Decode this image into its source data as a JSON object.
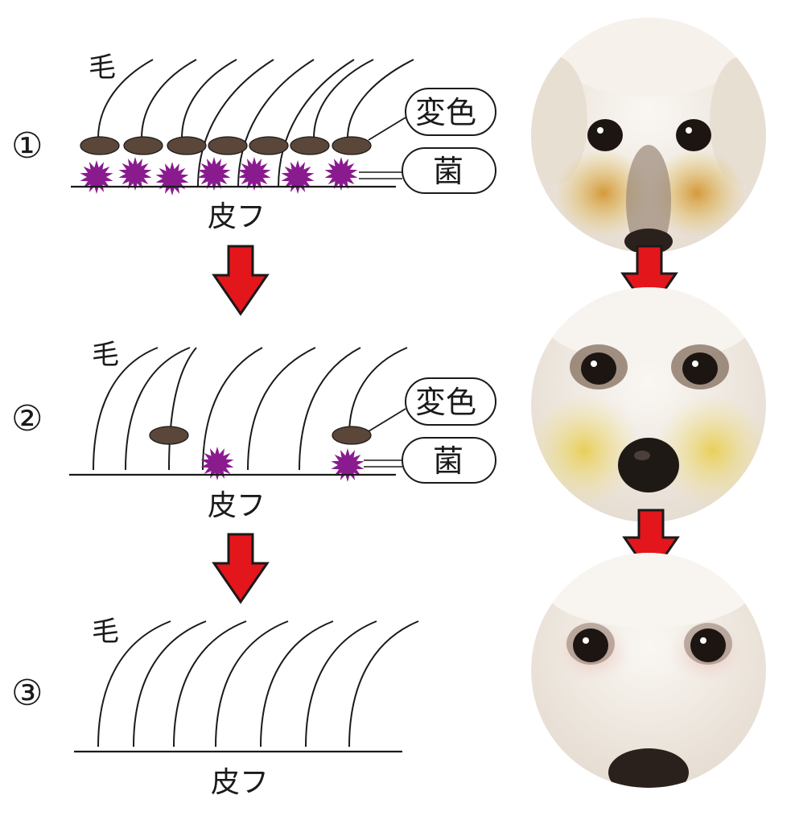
{
  "colors": {
    "dirt": "#5b463a",
    "bacteria": "#8a1b8f",
    "arrow_fill": "#e3161c",
    "arrow_stroke": "#1a1a1a",
    "fur": "#f1ebe3",
    "stain": "#e2c35e"
  },
  "panels": [
    {
      "step": "①",
      "hair_label": "毛",
      "skin_label": "皮フ",
      "discolor_label": "変色",
      "bacteria_label": "菌"
    },
    {
      "step": "②",
      "hair_label": "毛",
      "skin_label": "皮フ",
      "discolor_label": "変色",
      "bacteria_label": "菌"
    },
    {
      "step": "③",
      "hair_label": "毛",
      "skin_label": "皮フ"
    }
  ],
  "photos": [
    {
      "name": "dog-photo-heavy-stain",
      "stain_level": 1.0
    },
    {
      "name": "dog-photo-light-stain",
      "stain_level": 0.55
    },
    {
      "name": "dog-photo-clean",
      "stain_level": 0.0
    }
  ]
}
